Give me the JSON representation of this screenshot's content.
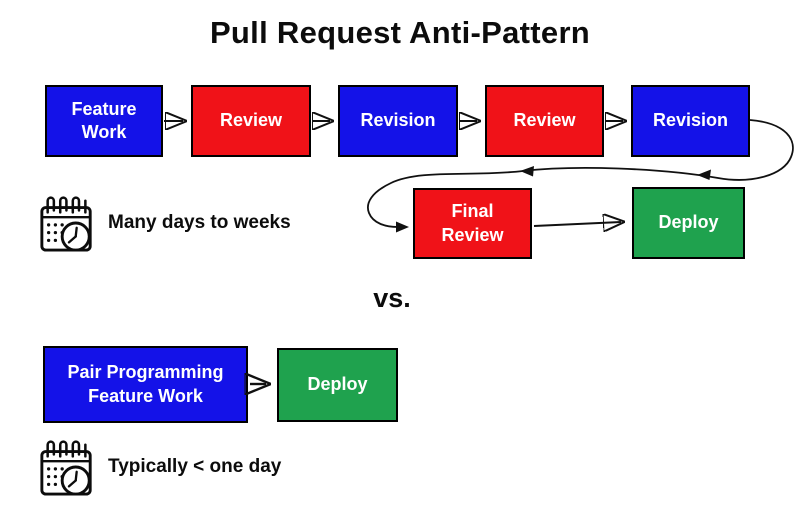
{
  "title": "Pull Request Anti-Pattern",
  "vs_label": "vs.",
  "colors": {
    "blue": "#1412E8",
    "red": "#F01218",
    "green": "#1FA24E",
    "line": "#111111"
  },
  "anti_pattern": {
    "row1": [
      {
        "label": "Feature\nWork",
        "color": "blue"
      },
      {
        "label": "Review",
        "color": "red"
      },
      {
        "label": "Revision",
        "color": "blue"
      },
      {
        "label": "Review",
        "color": "red"
      },
      {
        "label": "Revision",
        "color": "blue"
      }
    ],
    "row2": [
      {
        "label": "Final\nReview",
        "color": "red"
      },
      {
        "label": "Deploy",
        "color": "green"
      }
    ],
    "duration_icon": "calendar-clock-icon",
    "duration_label": "Many days to weeks"
  },
  "pair_pattern": {
    "nodes": [
      {
        "label": "Pair Programming\nFeature Work",
        "color": "blue"
      },
      {
        "label": "Deploy",
        "color": "green"
      }
    ],
    "duration_icon": "calendar-clock-icon",
    "duration_label": "Typically < one day"
  }
}
